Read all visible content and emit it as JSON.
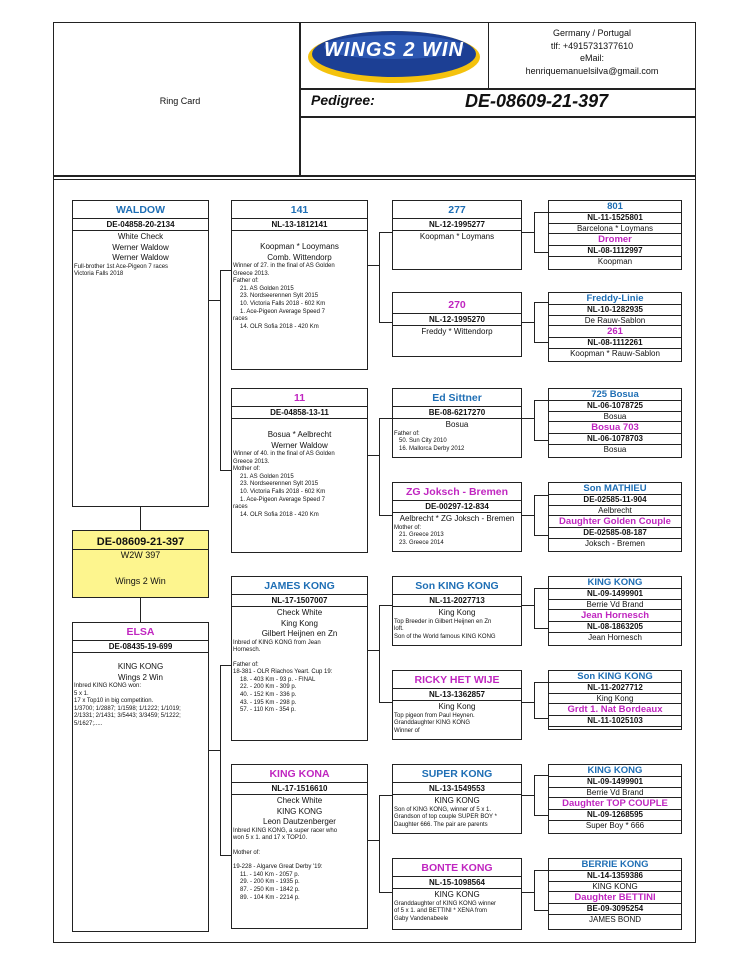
{
  "header": {
    "ring_card_label": "Ring Card",
    "logo_text": "WINGS 2 WIN",
    "contact_lines": [
      "Germany / Portugal",
      "tlf: +4915731377610",
      "eMail:",
      "henriquemanuelsilva@gmail.com"
    ],
    "pedigree_label": "Pedigree:",
    "pedigree_ring": "DE-08609-21-397"
  },
  "subject": {
    "ring": "DE-08609-21-397",
    "name": "W2W 397",
    "owner": "Wings 2 Win"
  },
  "gen1": [
    {
      "name": "WALDOW",
      "ring": "DE-04858-20-2134",
      "lines": [
        "White Check",
        "Werner Waldow",
        "Werner Waldow"
      ],
      "notes": [
        "Full-brother 1st Ace-Pigeon 7 races",
        "Victoria Falls 2018"
      ]
    },
    {
      "name": "ELSA",
      "ring": "DE-08435-19-699",
      "lines": [
        "KING KONG",
        "Wings 2 Win"
      ],
      "notes": [
        "Inbred KING KONG won:",
        "5 x 1.",
        "17 x Top10 in big competition.",
        "1/3700; 1/2887; 1/1598; 1/1222; 1/1019;",
        "2/1331; 2/1431; 3/5443; 3/3459; 5/1222;",
        "5/1627;....."
      ]
    }
  ],
  "gen2": [
    {
      "name": "141",
      "ring": "NL-13-1812141",
      "lines": [
        "Koopman * Looymans",
        "Comb. Wittendorp"
      ],
      "notes": [
        "Winner of 27. in the final of AS Golden",
        "Greece 2013.",
        "Father of:"
      ],
      "list": [
        "21. AS Golden 2015",
        "23. Nordseerennen Sylt 2015",
        "10. Victoria Falls 2018 - 602 Km",
        "1. Ace-Pigeon Average Speed 7"
      ],
      "tail": [
        "races",
        "14. OLR Sofia 2018 - 420 Km"
      ]
    },
    {
      "name": "11",
      "ring": "DE-04858-13-11",
      "lines": [
        "Bosua * Aelbrecht",
        "Werner Waldow"
      ],
      "notes": [
        "Winner of 40. in the final of AS Golden",
        "Greece 2013.",
        "Mother of:"
      ],
      "list": [
        "21. AS Golden 2015",
        "23. Nordseerennen Sylt 2015",
        "10. Victoria Falls 2018 - 602 Km",
        "1. Ace-Pigeon Average Speed 7"
      ],
      "tail": [
        "races",
        "14. OLR Sofia 2018 - 420 Km"
      ]
    },
    {
      "name": "JAMES KONG",
      "ring": "NL-17-1507007",
      "lines": [
        "Check White",
        "King Kong",
        "Gilbert Heijnen en Zn"
      ],
      "notes": [
        "Inbred of KING KONG from Jean",
        "Hornesch.",
        "",
        "Father of:",
        "18-381 - OLR Riachos Yeart. Cup 19:"
      ],
      "list": [
        "18. - 403 Km - 93 p. - FINAL",
        "22. - 200 Km - 309 p.",
        "40. - 152 Km - 336 p.",
        "43. - 195 Km - 298 p.",
        "57. - 110 Km - 354 p."
      ],
      "tail": []
    },
    {
      "name": "KING KONA",
      "ring": "NL-17-1516610",
      "lines": [
        "Check White",
        "KING KONG",
        "Leon Dautzenberger"
      ],
      "notes": [
        "Inbred KING KONG, a super racer who",
        "won 5 x 1. and 17 x TOP10.",
        "",
        "Mother of:",
        "",
        "19-228 - Algarve Great Derby '19:"
      ],
      "list": [
        "11. - 140 Km - 2057 p.",
        "29. - 200 Km - 1935 p.",
        "87. - 250 Km - 1842 p.",
        "89. - 104 Km - 2214 p."
      ],
      "tail": []
    }
  ],
  "gen3": [
    {
      "name": "277",
      "ring": "NL-12-1995277",
      "lines": [
        "Koopman * Loymans"
      ],
      "notes": []
    },
    {
      "name": "270",
      "ring": "NL-12-1995270",
      "lines": [
        "Freddy * Wittendorp"
      ],
      "notes": []
    },
    {
      "name": "Ed Sittner",
      "ring": "BE-08-6217270",
      "lines": [
        "Bosua"
      ],
      "notes": [
        "Father of:",
        "   50. Sun City 2010",
        "   16. Mallorca Derby 2012"
      ]
    },
    {
      "name": "ZG Joksch - Bremen",
      "ring": "DE-00297-12-834",
      "lines": [
        "Aelbrecht * ZG Joksch - Bremen"
      ],
      "notes": [
        "Mother of:",
        "   21. Greece 2013",
        "   23. Greece 2014"
      ]
    },
    {
      "name": "Son KING KONG",
      "ring": "NL-11-2027713",
      "lines": [
        "King Kong"
      ],
      "notes": [
        "Top Breeder in Gilbert Heijnen en Zn",
        "loft.",
        "Son of the World famous KING KONG"
      ]
    },
    {
      "name": "RICKY HET WIJE",
      "ring": "NL-13-1362857",
      "lines": [
        "King Kong"
      ],
      "notes": [
        "Top pigeon from Paul Heynen.",
        "Granddaughter KING KONG",
        "Winner of"
      ]
    },
    {
      "name": "SUPER KONG",
      "ring": "NL-13-1549553",
      "lines": [
        "KING KONG"
      ],
      "notes": [
        "Son of KING KONG, winner of 5 x 1.",
        "Grandson of top couple SUPER BOY *",
        "Daughter 666. The pair are parents"
      ]
    },
    {
      "name": "BONTE KONG",
      "ring": "NL-15-1098564",
      "lines": [
        "KING KONG"
      ],
      "notes": [
        "Granddaughter of KING KONG winner",
        "of 5 x 1. and BETTINI * XENA from",
        "Gaby Vandenabeele"
      ]
    }
  ],
  "gen4": [
    {
      "top": {
        "name": "801",
        "ring": "NL-11-1525801",
        "line": "Barcelona * Loymans"
      },
      "bottom": {
        "name": "Dromer",
        "ring": "NL-08-1112997",
        "line": "Koopman"
      }
    },
    {
      "top": {
        "name": "Freddy-Linie",
        "ring": "NL-10-1282935",
        "line": "De Rauw-Sablon"
      },
      "bottom": {
        "name": "261",
        "ring": "NL-08-1112261",
        "line": "Koopman * Rauw-Sablon"
      }
    },
    {
      "top": {
        "name": "725 Bosua",
        "ring": "NL-06-1078725",
        "line": "Bosua"
      },
      "bottom": {
        "name": "Bosua 703",
        "ring": "NL-06-1078703",
        "line": "Bosua"
      }
    },
    {
      "top": {
        "name": "Son MATHIEU",
        "ring": "DE-02585-11-904",
        "line": "Aelbrecht"
      },
      "bottom": {
        "name": "Daughter Golden Couple",
        "ring": "DE-02585-08-187",
        "line": "Joksch - Bremen"
      }
    },
    {
      "top": {
        "name": "KING KONG",
        "ring": "NL-09-1499901",
        "line": "Berrie Vd Brand"
      },
      "bottom": {
        "name": "Jean Hornesch",
        "ring": "NL-08-1863205",
        "line": "Jean Hornesch"
      }
    },
    {
      "top": {
        "name": "Son KING KONG",
        "ring": "NL-11-2027712",
        "line": "King Kong"
      },
      "bottom": {
        "name": "Grdt 1. Nat Bordeaux",
        "ring": "NL-11-1025103",
        "line": ""
      }
    },
    {
      "top": {
        "name": "KING KONG",
        "ring": "NL-09-1499901",
        "line": "Berrie Vd Brand"
      },
      "bottom": {
        "name": "Daughter TOP COUPLE",
        "ring": "NL-09-1268595",
        "line": "Super Boy * 666"
      }
    },
    {
      "top": {
        "name": "BERRIE KONG",
        "ring": "NL-14-1359386",
        "line": "KING KONG"
      },
      "bottom": {
        "name": "Daughter BETTINI",
        "ring": "BE-09-3095254",
        "line": "JAMES BOND"
      }
    }
  ],
  "colors": {
    "male": "#1f6fb5",
    "female": "#c026c0",
    "subject_bg": "#fdf58e",
    "logo_blue": "#1c3f94",
    "logo_yellow": "#f4c20d"
  }
}
